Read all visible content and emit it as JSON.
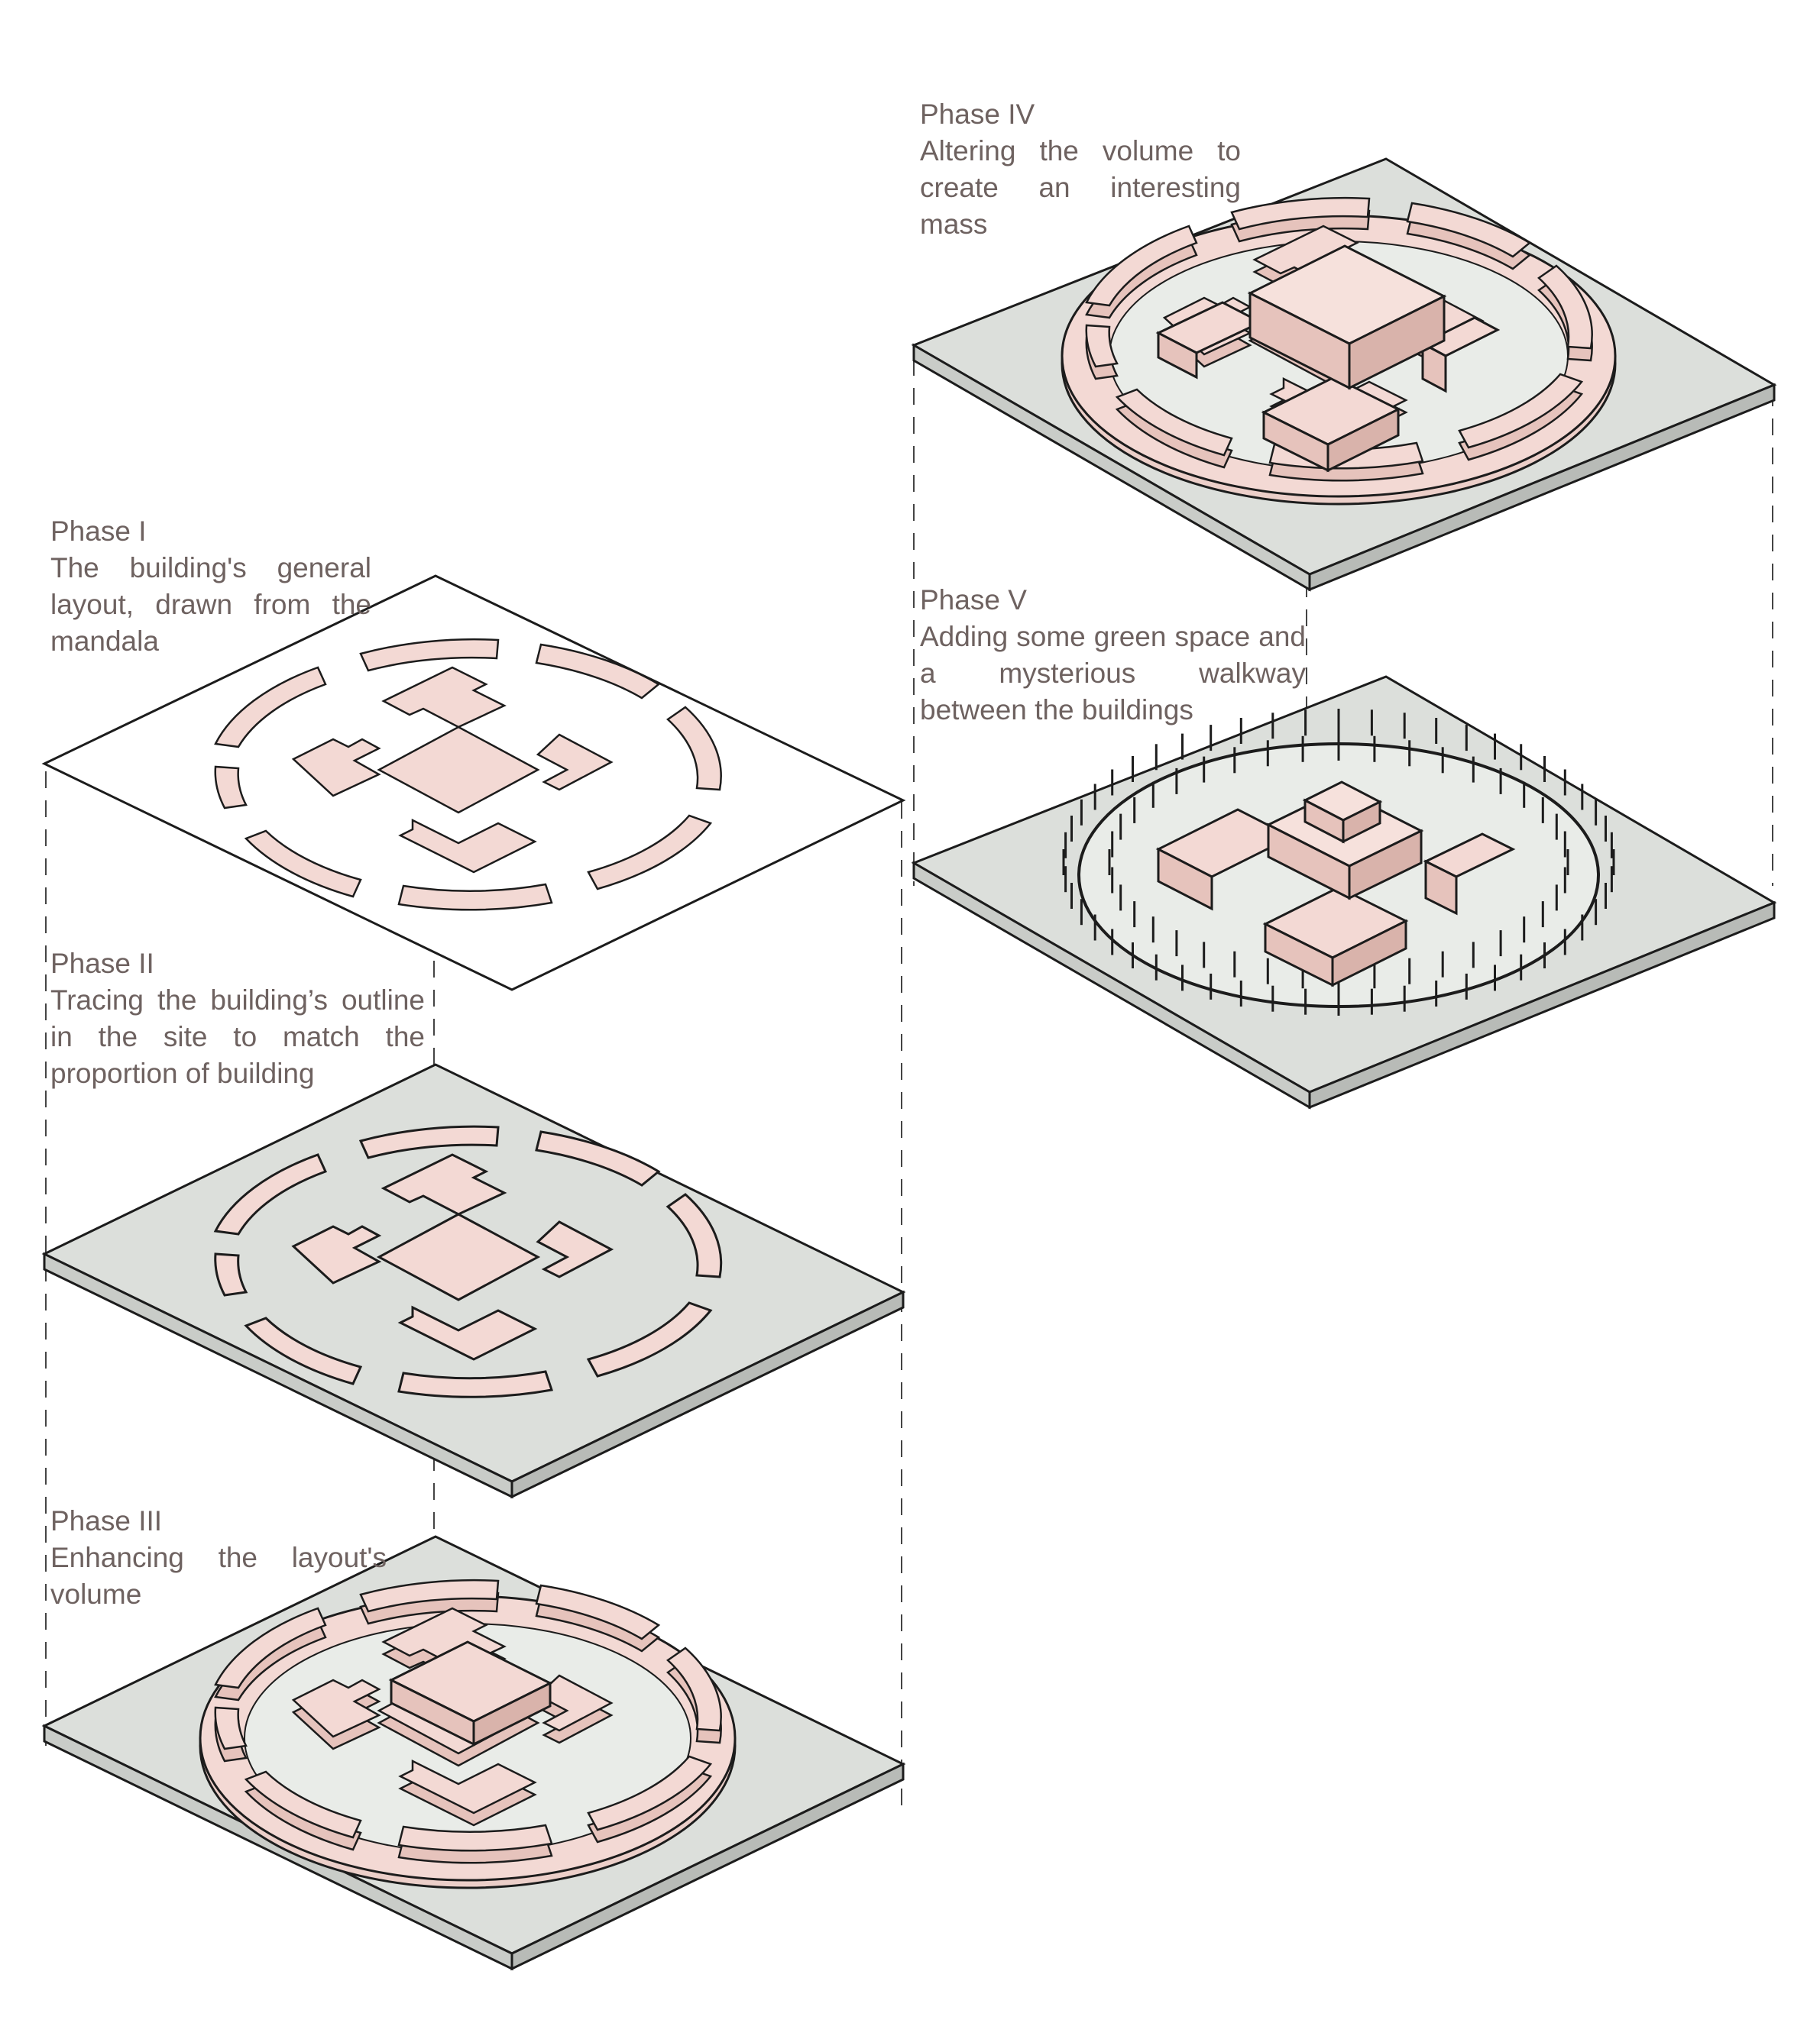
{
  "colors": {
    "paper": "#ffffff",
    "site_slab": "#dcdfdb",
    "site_edge": "#c9ccc8",
    "building_fill": "#f3d9d4",
    "building_side": "#e6c3bc",
    "line": "#1c1c1c",
    "text": "#6e6260"
  },
  "phases": [
    {
      "title": "Phase I",
      "caption": "The building's general layout, drawn from the mandala"
    },
    {
      "title": "Phase II",
      "caption": "Tracing the building’s outline in the site to match the proportion of building"
    },
    {
      "title": "Phase III",
      "caption": "Enhancing the layout's volume"
    },
    {
      "title": "Phase IV",
      "caption": "Altering the volume to create an interesting mass"
    },
    {
      "title": "Phase V",
      "caption": "Adding some green space and a mysterious walkway between the buildings"
    }
  ]
}
